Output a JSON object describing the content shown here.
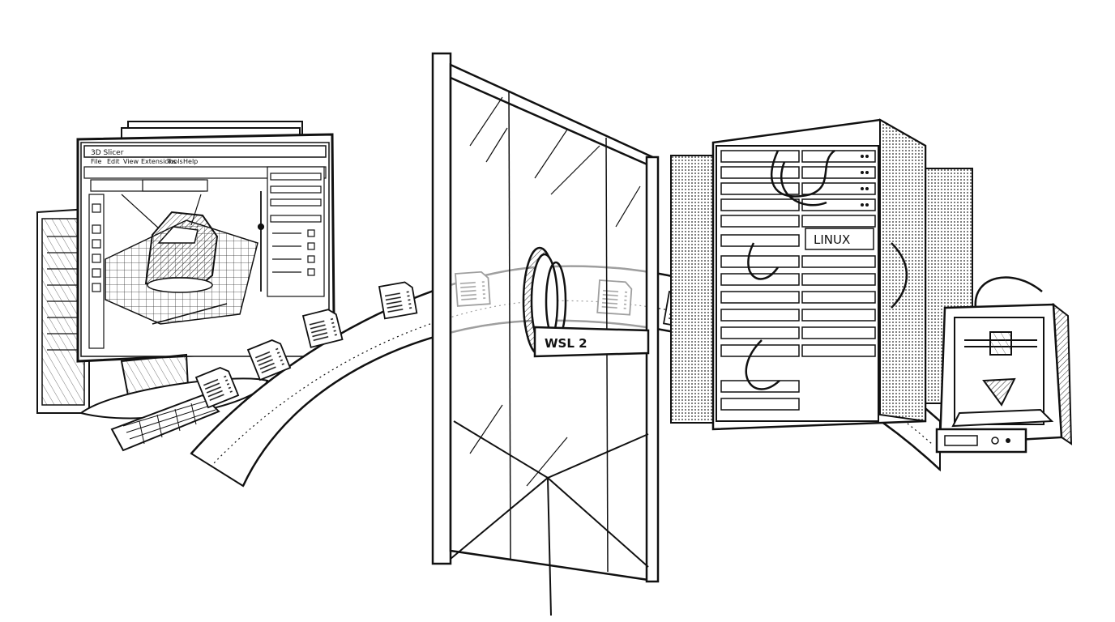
{
  "slicer_window": {
    "title": "3D Slicer",
    "menu": [
      "File",
      "Edit",
      "View",
      "Extensions",
      "Tools",
      "Help"
    ]
  },
  "server": {
    "label": "LINUX"
  },
  "tunnel": {
    "label": "WSL 2"
  },
  "colors": {
    "ink": "#111111",
    "paper": "#ffffff",
    "hatch": "#444444"
  }
}
